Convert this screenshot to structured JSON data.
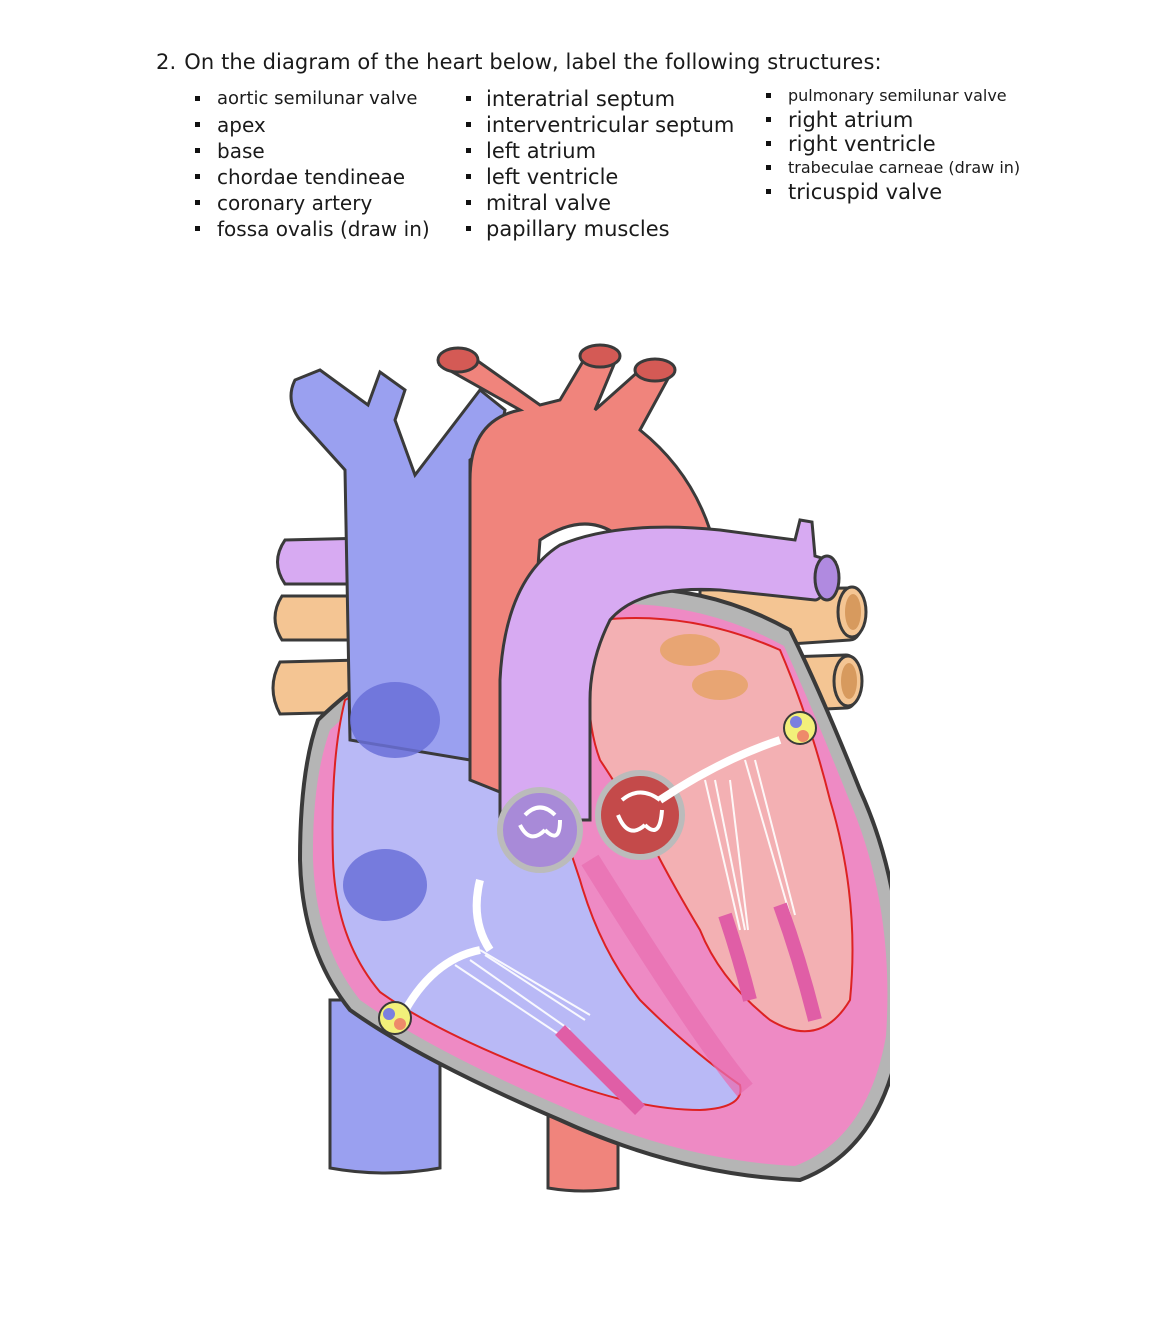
{
  "question": {
    "number": "2.",
    "prompt": "On the diagram of the heart below, label the following structures:"
  },
  "structures": {
    "column1": [
      "aortic semilunar valve",
      "apex",
      "base",
      "chordae tendineae",
      "coronary artery",
      "fossa ovalis (draw in)"
    ],
    "column2": [
      "interatrial septum",
      "interventricular septum",
      "left atrium",
      "left ventricle",
      "mitral valve",
      "papillary muscles"
    ],
    "column3": [
      "pulmonary semilunar valve",
      "right atrium",
      "right ventricle",
      "trabeculae carneae (draw in)",
      "tricuspid valve"
    ]
  },
  "colors": {
    "vein_blue": "#9aa0f0",
    "artery_red": "#f0847c",
    "pulmonary_purple": "#d7aaf2",
    "pulmonary_vein_tan": "#f4c593",
    "myocardium_pink": "#ee8ac4",
    "right_chamber": "#b9b9f6",
    "left_chamber": "#f3b0b3",
    "pericardium_gray": "#b5b5b5",
    "outline": "#3a3a3a",
    "valve_tissue": "#ffffff"
  }
}
